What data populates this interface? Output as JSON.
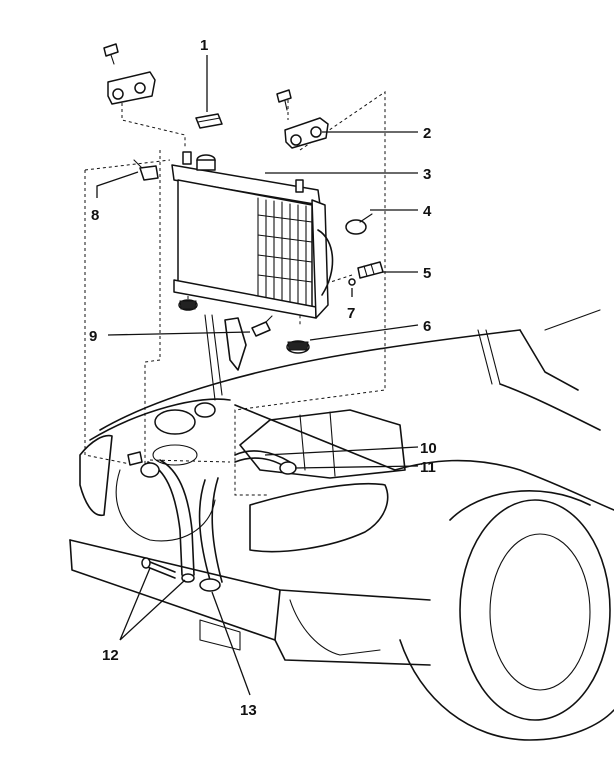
{
  "diagram": {
    "callouts": [
      {
        "label": "1"
      },
      {
        "label": "2"
      },
      {
        "label": "3"
      },
      {
        "label": "4"
      },
      {
        "label": "5"
      },
      {
        "label": "6"
      },
      {
        "label": "7"
      },
      {
        "label": "8"
      },
      {
        "label": "9"
      },
      {
        "label": "10"
      },
      {
        "label": "11"
      },
      {
        "label": "12"
      },
      {
        "label": "13"
      }
    ]
  }
}
